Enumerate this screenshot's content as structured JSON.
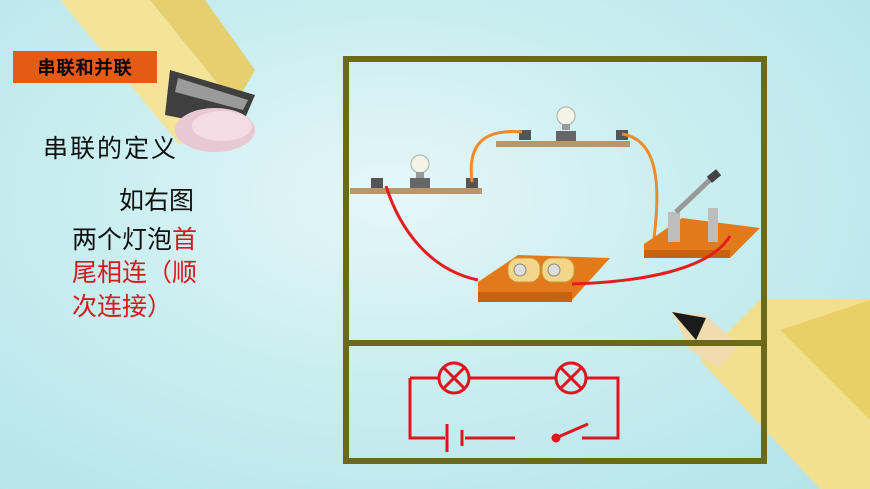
{
  "title": "串联和并联",
  "heading": "串联的定义",
  "figure_ref": "如右图",
  "definition": {
    "line1": "两个灯泡",
    "line1_highlight": "首",
    "line2": "尾相连（顺",
    "line3": "次连接）"
  },
  "colors": {
    "title_bg": "#e35b14",
    "frame": "#6a6a1a",
    "highlight": "#d41a1a",
    "wire_red": "#e41e1e",
    "wire_orange": "#f08a2a",
    "schematic": "#e0141e"
  },
  "icons": [
    "eraser-pencil-decoration",
    "pencil-tip-decoration",
    "bulb-icon",
    "battery-icon",
    "switch-icon"
  ]
}
